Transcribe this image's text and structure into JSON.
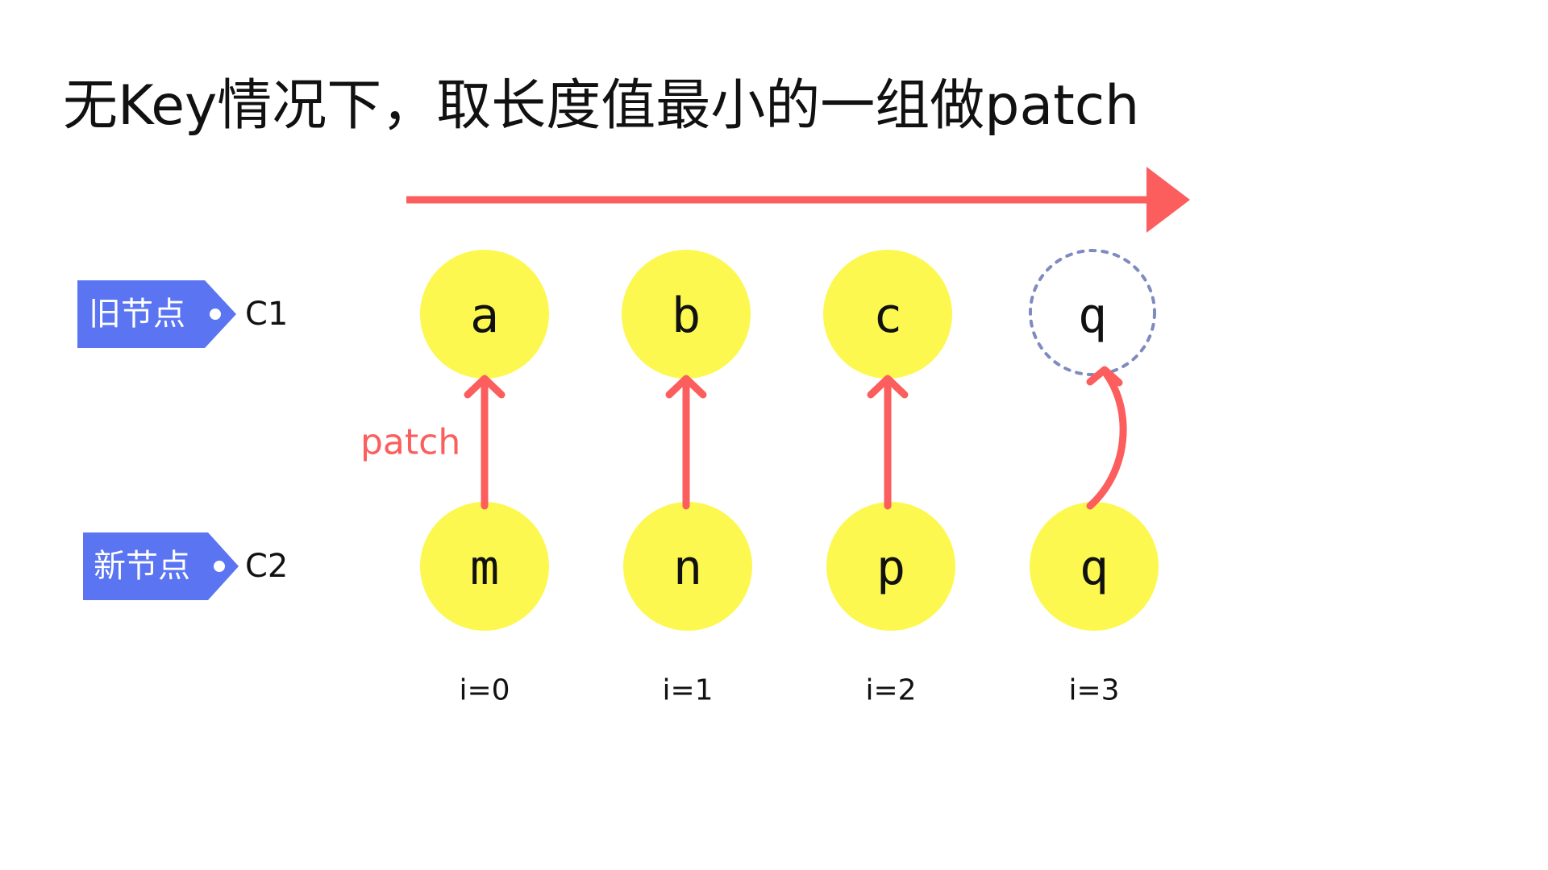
{
  "title": "无Key情况下，取长度值最小的一组做patch",
  "colors": {
    "arrow": "#fc5d5d",
    "node_fill": "#fcf850",
    "tag_fill": "#5a74f2",
    "ghost_stroke": "#7f8bbf",
    "text": "#111111"
  },
  "rows": {
    "old": {
      "tag": "旧节点",
      "group": "C1",
      "nodes": [
        "a",
        "b",
        "c",
        "q"
      ],
      "ghost_node": "q"
    },
    "new": {
      "tag": "新节点",
      "group": "C2",
      "nodes": [
        "m",
        "n",
        "p",
        "q"
      ]
    }
  },
  "patch_label": "patch",
  "indices": [
    "i=0",
    "i=1",
    "i=2",
    "i=3"
  ],
  "icons": {
    "direction": "arrow-right-icon",
    "patch_arrow": "arrow-up-icon",
    "curved_arrow": "curved-arrow-icon",
    "tag_dot": "dot-icon"
  }
}
